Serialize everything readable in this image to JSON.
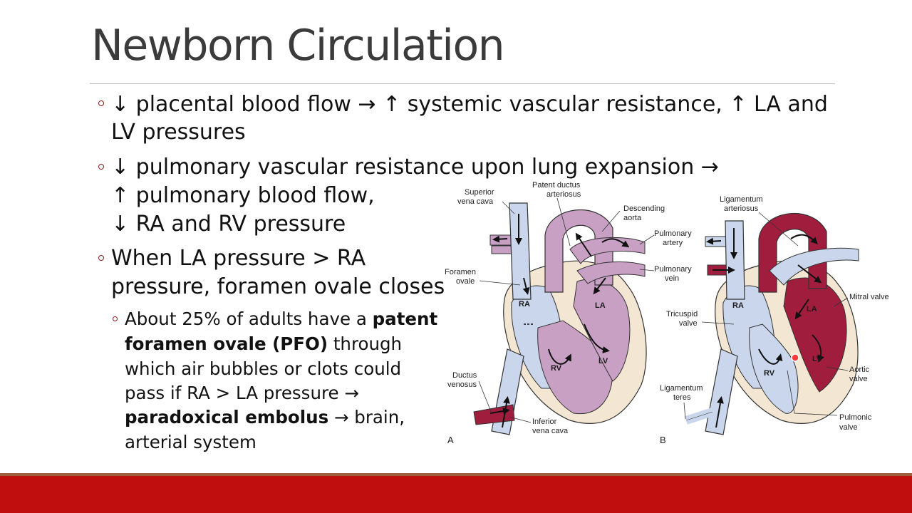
{
  "slide": {
    "title": "Newborn Circulation",
    "bullets": [
      {
        "lines": [
          "↓ placental blood flow → ↑ systemic vascular resistance, ↑ LA and",
          "LV pressures"
        ]
      },
      {
        "lines": [
          "↓ pulmonary vascular resistance upon lung expansion →",
          "↑ pulmonary blood flow,",
          "↓ RA and RV pressure"
        ]
      },
      {
        "lines": [
          "When LA pressure > RA",
          "pressure, foramen ovale closes"
        ]
      }
    ],
    "sub_bullet": {
      "line1_text": "About 25% of adults have a ",
      "line1_bold": "patent",
      "line2_bold": "foramen ovale (PFO)",
      "line2_text": " through",
      "line3": "which air bubbles or clots could",
      "line4": "pass if RA > LA pressure →",
      "line5_bold": "paradoxical embolus",
      "line5_text": " → brain,",
      "line6": "arterial system"
    }
  },
  "figure": {
    "panel_a": {
      "letter": "A",
      "labels": {
        "superior_vena_cava": [
          "Superior",
          "vena cava"
        ],
        "patent_ductus_arteriosus": [
          "Patent ductus",
          "arteriosus"
        ],
        "descending_aorta": [
          "Descending",
          "aorta"
        ],
        "pulmonary_artery": [
          "Pulmonary",
          "artery"
        ],
        "pulmonary_vein": [
          "Pulmonary",
          "vein"
        ],
        "foramen_ovale": [
          "Foramen",
          "ovale"
        ],
        "ductus_venosus": [
          "Ductus",
          "venosus"
        ],
        "inferior_vena_cava": [
          "Inferior",
          "vena cava"
        ]
      },
      "chambers": {
        "ra": "RA",
        "la": "LA",
        "rv": "RV",
        "lv": "LV"
      }
    },
    "panel_b": {
      "letter": "B",
      "labels": {
        "ligamentum_arteriosus": [
          "Ligamentum",
          "arteriosus"
        ],
        "tricuspid_valve": [
          "Tricuspid",
          "valve"
        ],
        "ligamentum_teres": [
          "Ligamentum",
          "teres"
        ],
        "mitral_valve": "Mitral valve",
        "aortic_valve": [
          "Aortic",
          "valve"
        ],
        "pulmonic_valve": [
          "Pulmonic",
          "valve"
        ]
      },
      "chambers": {
        "ra": "RA",
        "la": "LA",
        "rv": "RV",
        "lv": "LV"
      }
    },
    "colors": {
      "venous_blue": "#c9d6ec",
      "mixed_purple": "#c7a0c4",
      "oxygenated_red": "#a11d3e",
      "myocardium": "#f3e6d2"
    }
  },
  "theme": {
    "accent_bar": "#c00d0d",
    "bullet_color": "#8b1a1a"
  }
}
